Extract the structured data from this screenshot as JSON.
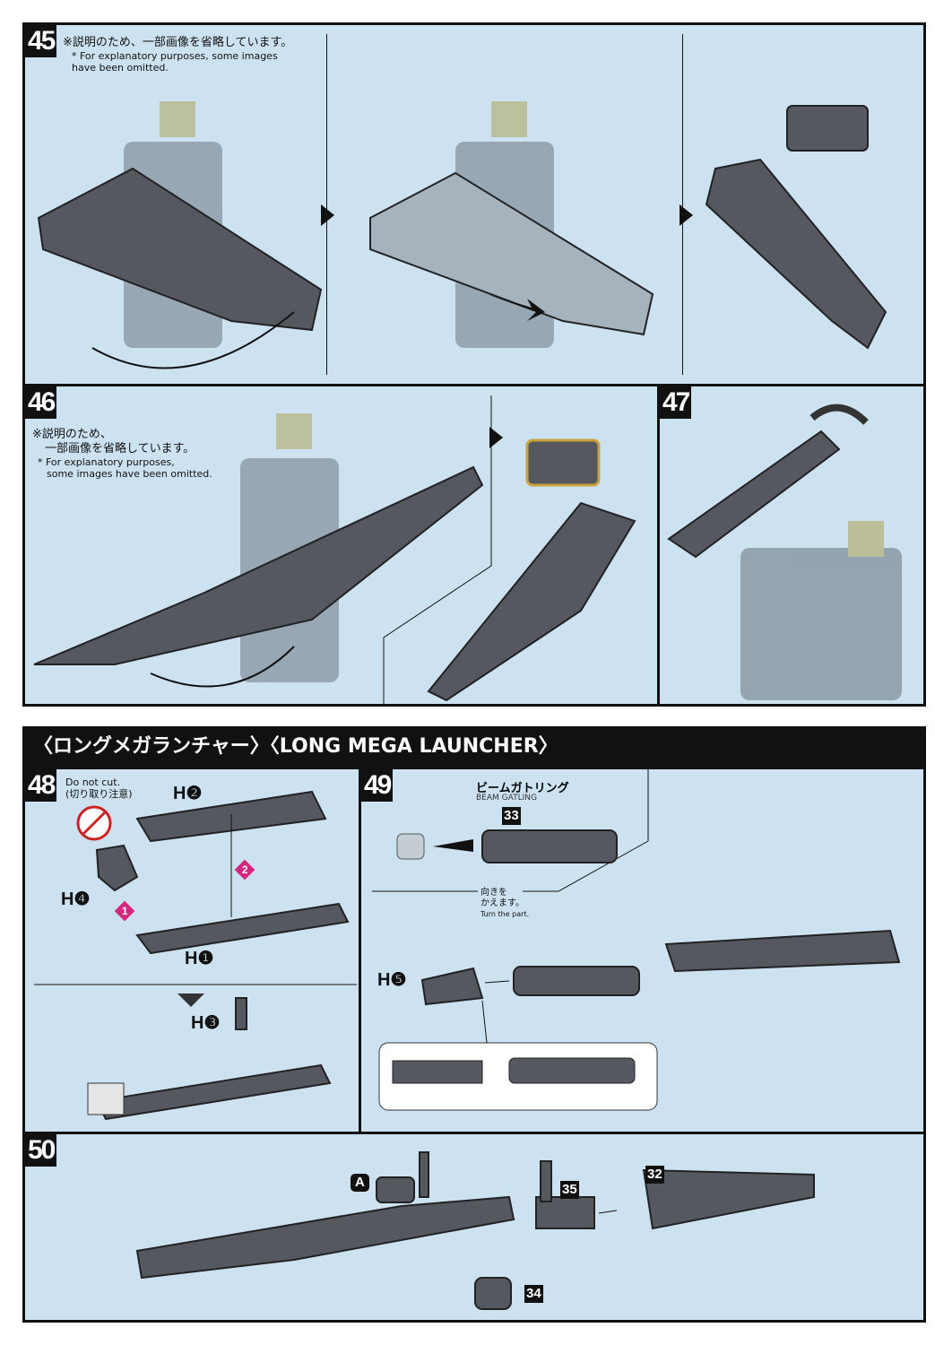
{
  "steps": {
    "s45": {
      "number": "45",
      "note_jp": "※説明のため、一部画像を省略しています。",
      "note_en": "* For explanatory purposes, some images have been omitted."
    },
    "s46": {
      "number": "46",
      "note_jp1": "※説明のため、",
      "note_jp2": "一部画像を省略しています。",
      "note_en1": "* For explanatory purposes,",
      "note_en2": "some images have been omitted."
    },
    "s47": {
      "number": "47"
    },
    "s48": {
      "number": "48",
      "warn_en": "Do not cut.",
      "warn_jp": "(切り取り注意)",
      "parts": [
        "H❷",
        "H❹",
        "H❶",
        "H❸"
      ],
      "order": [
        "1",
        "2"
      ]
    },
    "s49": {
      "number": "49",
      "part_jp": "ビームガトリング",
      "part_en": "BEAM GATLING",
      "part_num": "33",
      "turn_jp1": "向きを",
      "turn_jp2": "かえます。",
      "turn_en": "Turn the part.",
      "part_h5": "H❺"
    },
    "s50": {
      "number": "50",
      "parts": [
        "A",
        "35",
        "32",
        "34"
      ]
    }
  },
  "section_title": "〈ロングメガランチャー〉〈LONG MEGA LAUNCHER〉"
}
